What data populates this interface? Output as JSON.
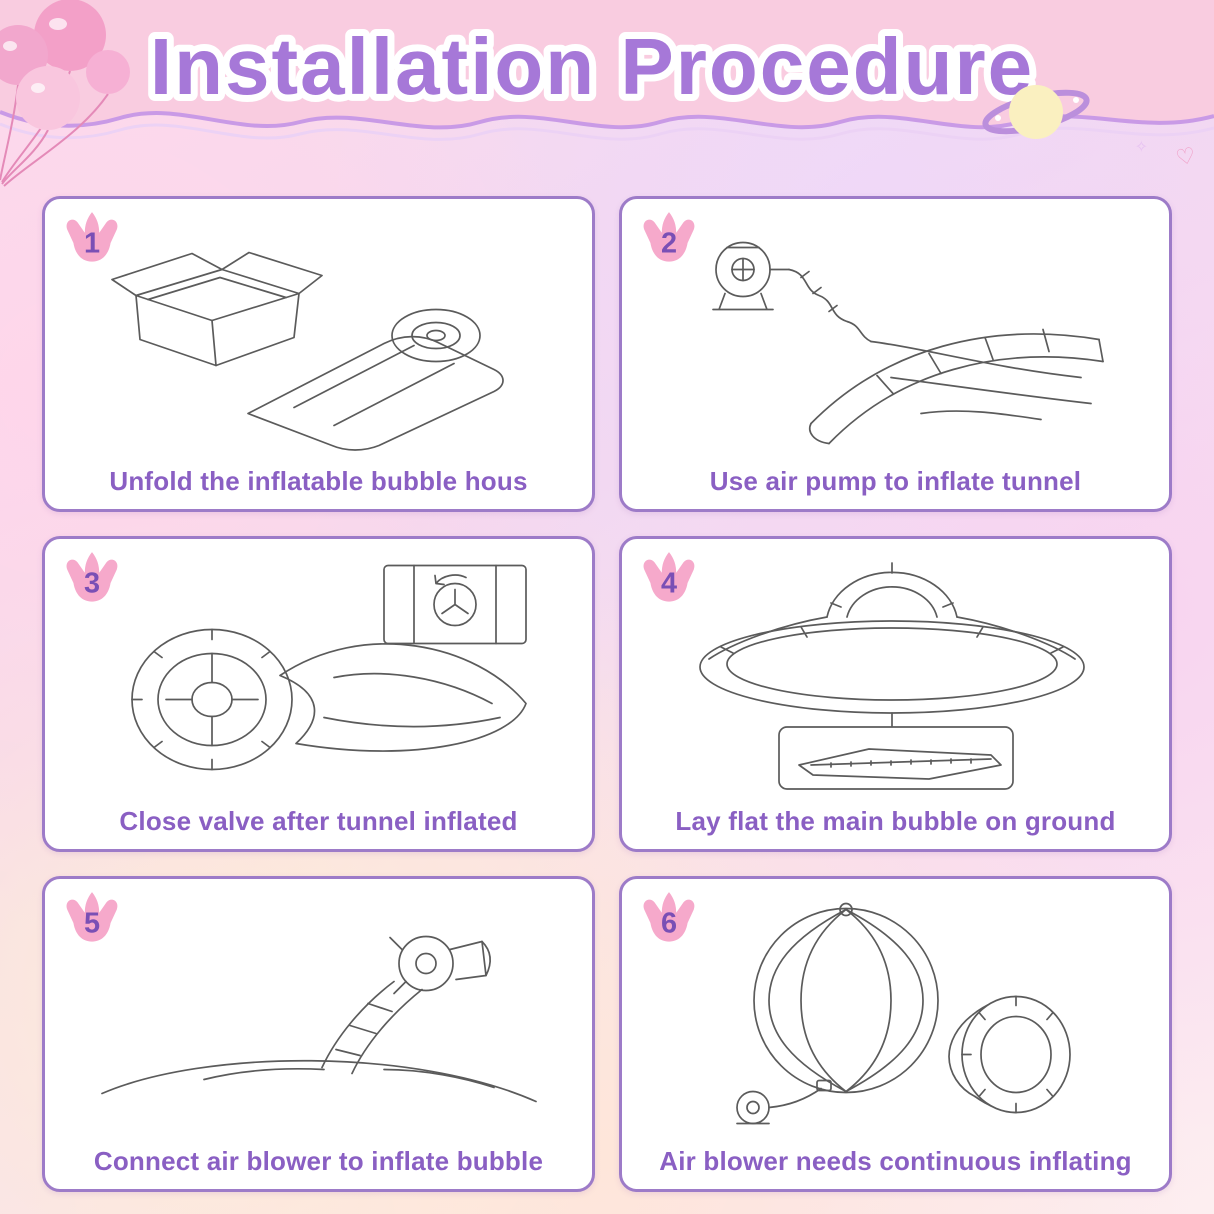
{
  "header": {
    "title": "Installation Procedure"
  },
  "steps": [
    {
      "number": "1",
      "caption": "Unfold the inflatable bubble hous"
    },
    {
      "number": "2",
      "caption": "Use air pump to inflate tunnel"
    },
    {
      "number": "3",
      "caption": "Close valve after tunnel inflated"
    },
    {
      "number": "4",
      "caption": "Lay flat the main bubble on ground"
    },
    {
      "number": "5",
      "caption": "Connect air blower to inflate bubble"
    },
    {
      "number": "6",
      "caption": "Air blower needs continuous inflating"
    }
  ],
  "decorations": {
    "top_left": "pink-balloons",
    "top_right": [
      "sparkle-stars",
      "planet",
      "hearts"
    ]
  },
  "colors": {
    "header_pink": "#f9cce0",
    "wave_purple": "#c99ae6",
    "title_purple": "#a678d8",
    "card_border_purple": "#9d7bc8",
    "caption_purple": "#8a5fc3",
    "badge_pink": "#f6a9cb",
    "badge_number_purple": "#7a4fb5",
    "sketch_gray": "#5b5b5b"
  }
}
